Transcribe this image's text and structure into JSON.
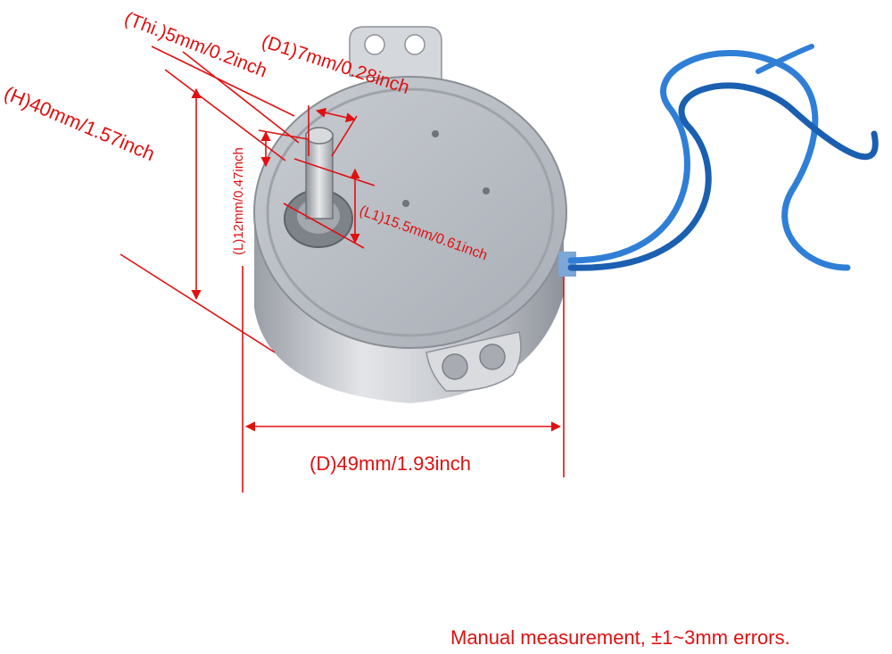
{
  "annotation_color": "#e01010",
  "motor": {
    "body_color": "#c9ccd1",
    "face_color": "#b4b8bf",
    "wire_color": "#2f7fd6",
    "wire_dark_color": "#1a5fb0"
  },
  "dimensions": {
    "thickness": "(Thi.)5mm/0.2inch",
    "shaft_width": "(D1)7mm/0.28inch",
    "height": "(H)40mm/1.57inch",
    "shaft_length": "(L)12mm/0.47inch",
    "total_shaft_length": "(L1)15.5mm/0.61inch",
    "diameter": "(D)49mm/1.93inch"
  },
  "footnote": "Manual measurement,  ±1~3mm errors."
}
